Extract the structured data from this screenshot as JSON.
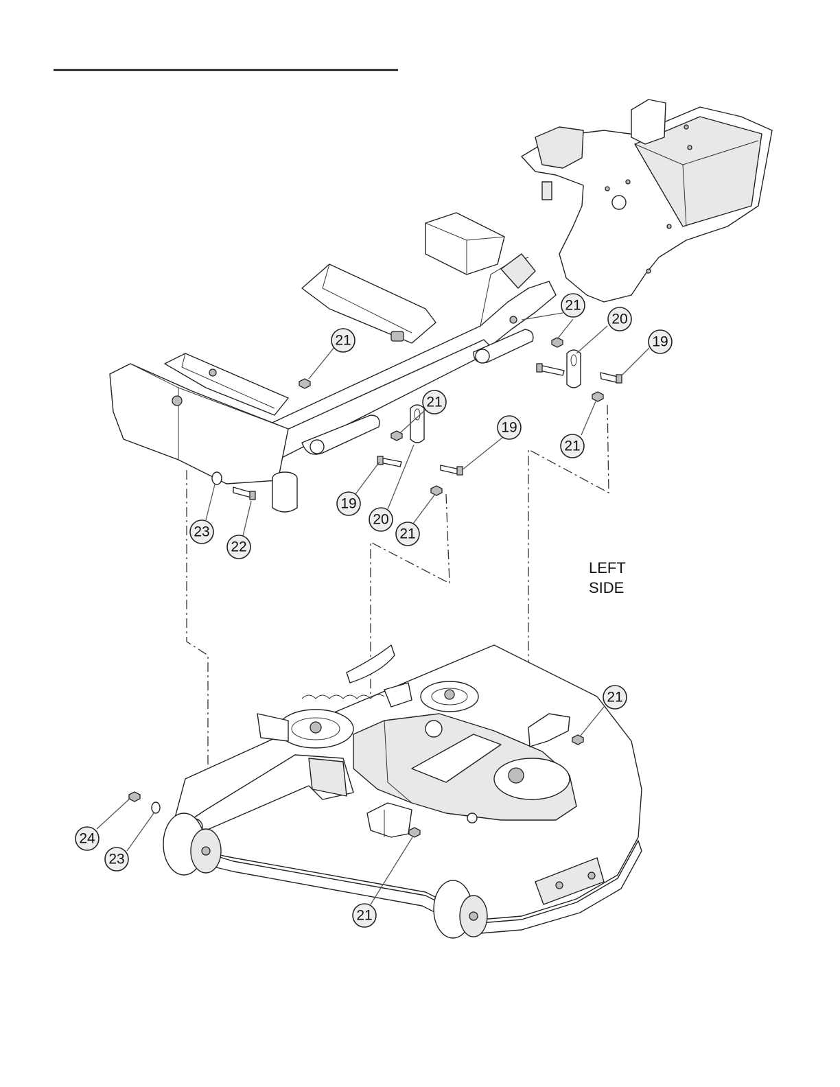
{
  "callouts": [
    {
      "id": "c-21a",
      "label": "21"
    },
    {
      "id": "c-21b",
      "label": "21"
    },
    {
      "id": "c-20a",
      "label": "20"
    },
    {
      "id": "c-19a",
      "label": "19"
    },
    {
      "id": "c-21c",
      "label": "21"
    },
    {
      "id": "c-19b",
      "label": "19"
    },
    {
      "id": "c-21d",
      "label": "21"
    },
    {
      "id": "c-19c",
      "label": "19"
    },
    {
      "id": "c-20b",
      "label": "20"
    },
    {
      "id": "c-21e",
      "label": "21"
    },
    {
      "id": "c-23a",
      "label": "23"
    },
    {
      "id": "c-22",
      "label": "22"
    },
    {
      "id": "c-21f",
      "label": "21"
    },
    {
      "id": "c-24",
      "label": "24"
    },
    {
      "id": "c-23b",
      "label": "23"
    },
    {
      "id": "c-21g",
      "label": "21"
    }
  ],
  "side_label": {
    "line1": "LEFT",
    "line2": "SIDE"
  }
}
